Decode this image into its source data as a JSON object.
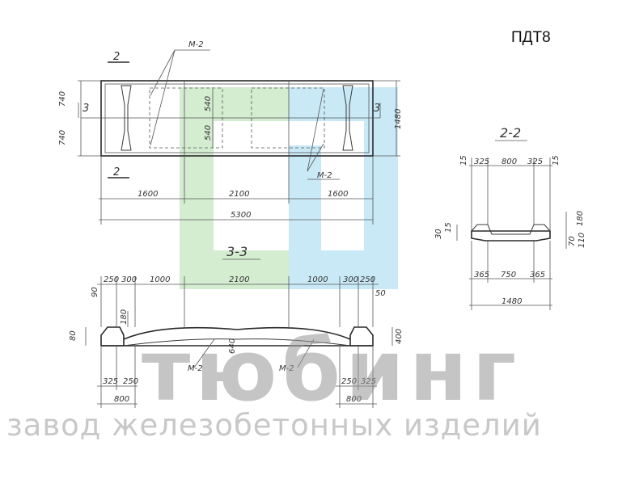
{
  "title": "ПДТ8",
  "watermark": {
    "brand": "тюбинг",
    "tagline": "завод железобетонных изделий",
    "colors": {
      "green": "#d4ecd0",
      "blue": "#c9e9f7",
      "gray": "#bdbdbd"
    }
  },
  "plan": {
    "section_1": "2",
    "section_2": "3",
    "section_3": "3",
    "section_4": "2",
    "callout_top": "М-2",
    "callout_bottom": "М-2",
    "left_heights": [
      "740",
      "740"
    ],
    "right_height": "1480",
    "inner_dims": [
      "540",
      "540"
    ],
    "span_left": "1600",
    "span_mid": "2100",
    "span_right": "1600",
    "total": "5300"
  },
  "section_2_2": {
    "title": "2-2",
    "top_dims": [
      "15",
      "325",
      "800",
      "325",
      "15"
    ],
    "left_dims": [
      "30",
      "15"
    ],
    "right_dims": [
      "180",
      "70",
      "110"
    ],
    "bottom_dims": [
      "365",
      "750",
      "365"
    ],
    "total": "1480"
  },
  "section_3_3": {
    "title": "3-3",
    "top_dims": [
      "250",
      "300",
      "1000",
      "2100",
      "1000",
      "300",
      "250"
    ],
    "left_dims": [
      "90",
      "80"
    ],
    "inner_dims": [
      "180",
      "640"
    ],
    "right_dims": [
      "50",
      "400"
    ],
    "callout_left": "М-2",
    "callout_right": "М-2",
    "bottom_left_dims": [
      "325",
      "250"
    ],
    "bottom_left_total": "800",
    "bottom_right_dims": [
      "250",
      "325"
    ],
    "bottom_right_total": "800"
  }
}
